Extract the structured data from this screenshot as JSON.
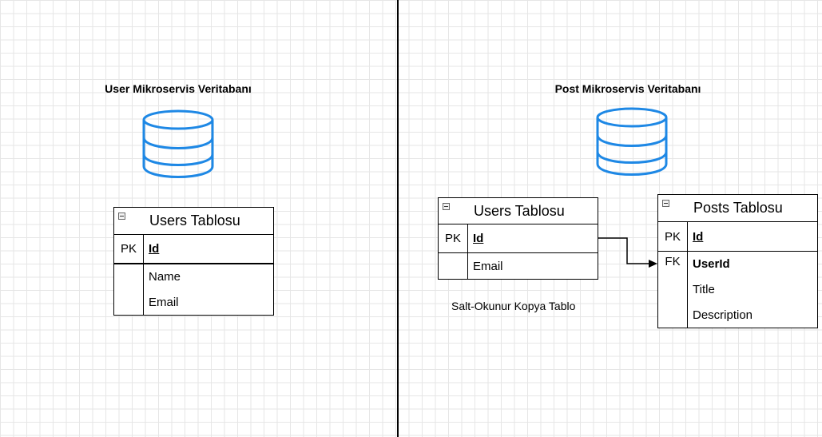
{
  "left": {
    "title": "User Mikroservis Veritabanı",
    "table": {
      "title": "Users Tablosu",
      "pk_label": "PK",
      "pk_field": "Id",
      "fields": [
        "Name",
        "Email"
      ]
    }
  },
  "right": {
    "title": "Post Mikroservis Veritabanı",
    "users_table": {
      "title": "Users Tablosu",
      "pk_label": "PK",
      "pk_field": "Id",
      "fields": [
        "Email"
      ]
    },
    "caption": "Salt-Okunur Kopya Tablo",
    "posts_table": {
      "title": "Posts Tablosu",
      "pk_label": "PK",
      "pk_field": "Id",
      "fk_label": "FK",
      "fk_field": "UserId",
      "fields": [
        "Title",
        "Description"
      ]
    }
  },
  "colors": {
    "db_icon": "#1e88e5",
    "line": "#000000",
    "grid": "#e6e6e6"
  },
  "icons": {
    "database": "database-icon",
    "collapse": "collapse-icon"
  }
}
